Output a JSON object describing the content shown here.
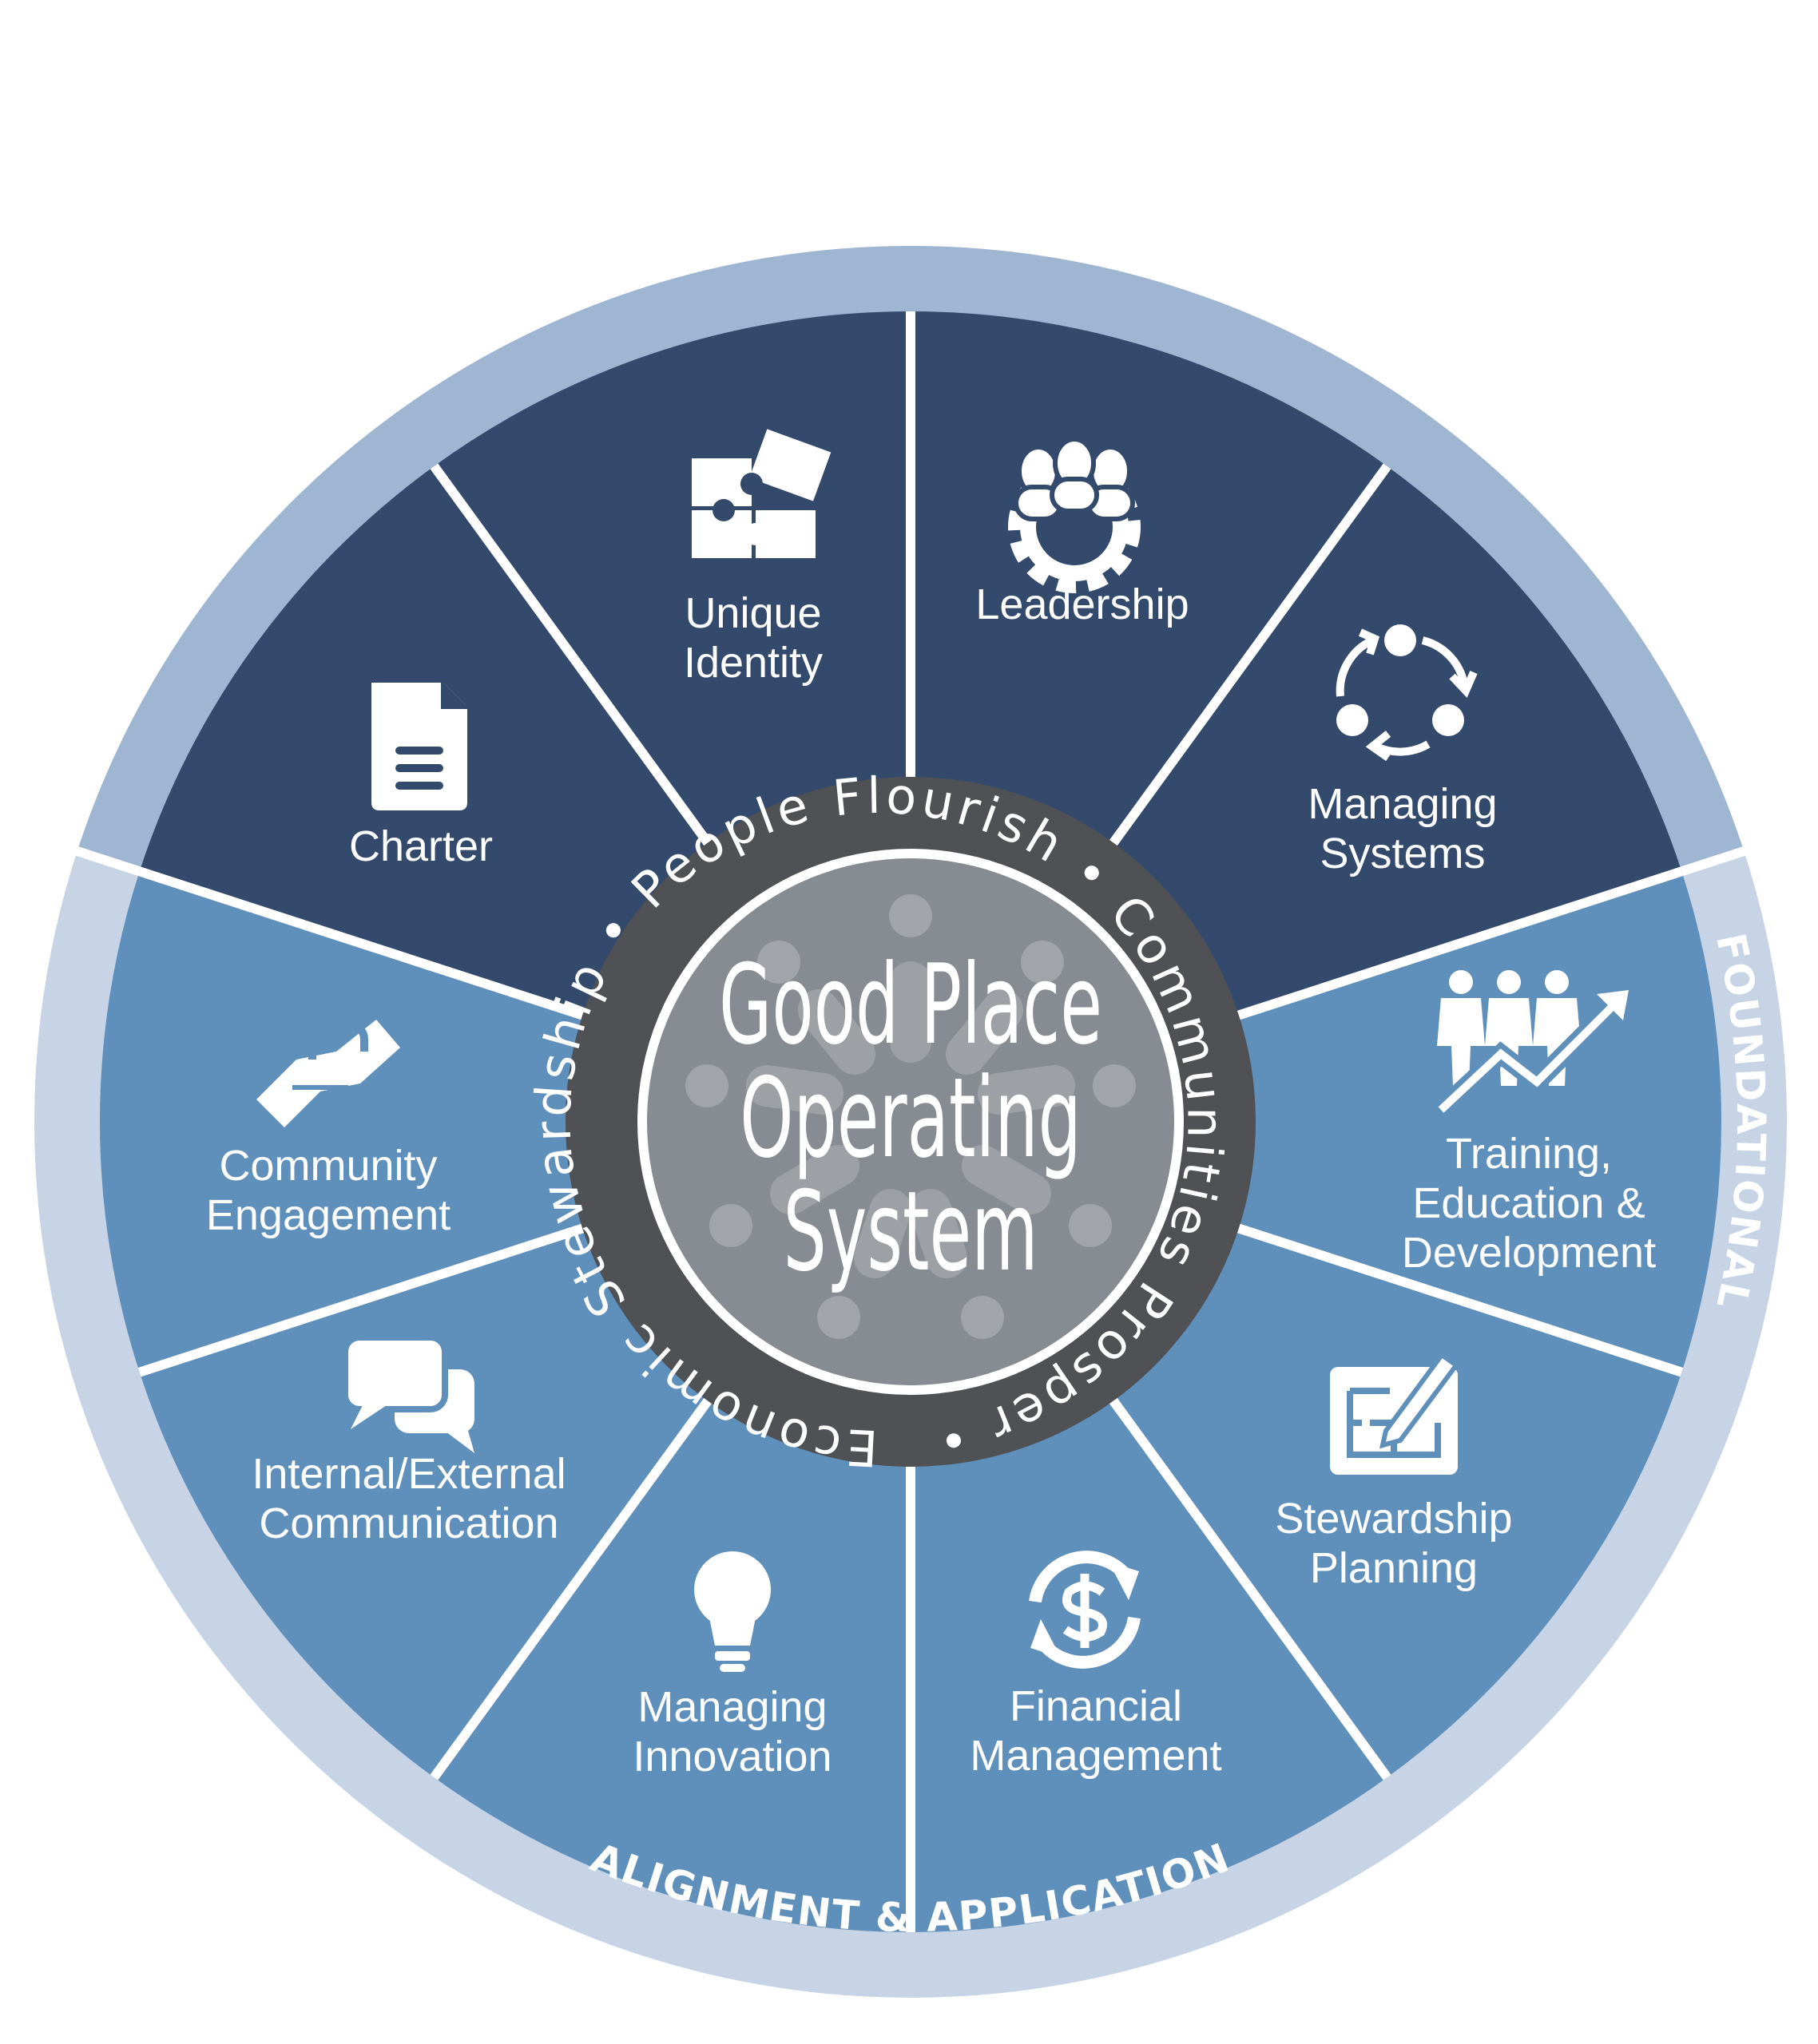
{
  "ring": {
    "top_label": "FOUNDATIONAL",
    "bottom_label": "ALIGNMENT & APPLICATION"
  },
  "center": {
    "title_lines": [
      "Good Place",
      "Operating",
      "System"
    ],
    "motto": "Economic Stewardship • People Flourish • Communities Prosper •"
  },
  "segments": [
    {
      "label_lines": [
        "Leadership"
      ],
      "icon": "leadership-gear-icon",
      "group": "foundational"
    },
    {
      "label_lines": [
        "Managing",
        "Systems"
      ],
      "icon": "cycle-icon",
      "group": "foundational"
    },
    {
      "label_lines": [
        "Training,",
        "Education &",
        "Development"
      ],
      "icon": "training-growth-icon",
      "group": "alignment"
    },
    {
      "label_lines": [
        "Stewardship",
        "Planning"
      ],
      "icon": "blueprint-pencil-icon",
      "group": "alignment"
    },
    {
      "label_lines": [
        "Financial",
        "Management"
      ],
      "icon": "dollar-cycle-icon",
      "group": "alignment"
    },
    {
      "label_lines": [
        "Managing",
        "Innovation"
      ],
      "icon": "lightbulb-icon",
      "group": "alignment"
    },
    {
      "label_lines": [
        "Internal/External",
        "Communication"
      ],
      "icon": "chat-bubbles-icon",
      "group": "alignment"
    },
    {
      "label_lines": [
        "Community",
        "Engagement"
      ],
      "icon": "handshake-icon",
      "group": "alignment"
    },
    {
      "label_lines": [
        "Charter"
      ],
      "icon": "document-icon",
      "group": "foundational"
    },
    {
      "label_lines": [
        "Unique",
        "Identity"
      ],
      "icon": "puzzle-icon",
      "group": "foundational"
    }
  ],
  "colors": {
    "foundational_segment": "#344a6c",
    "alignment_segment": "#5f8fbb",
    "foundational_ring": "#9fb6d3",
    "alignment_ring": "#c6d4e5",
    "center_dark": "#4f5155",
    "center_gray": "#878b92",
    "center_dots": "#a1a4a9"
  }
}
